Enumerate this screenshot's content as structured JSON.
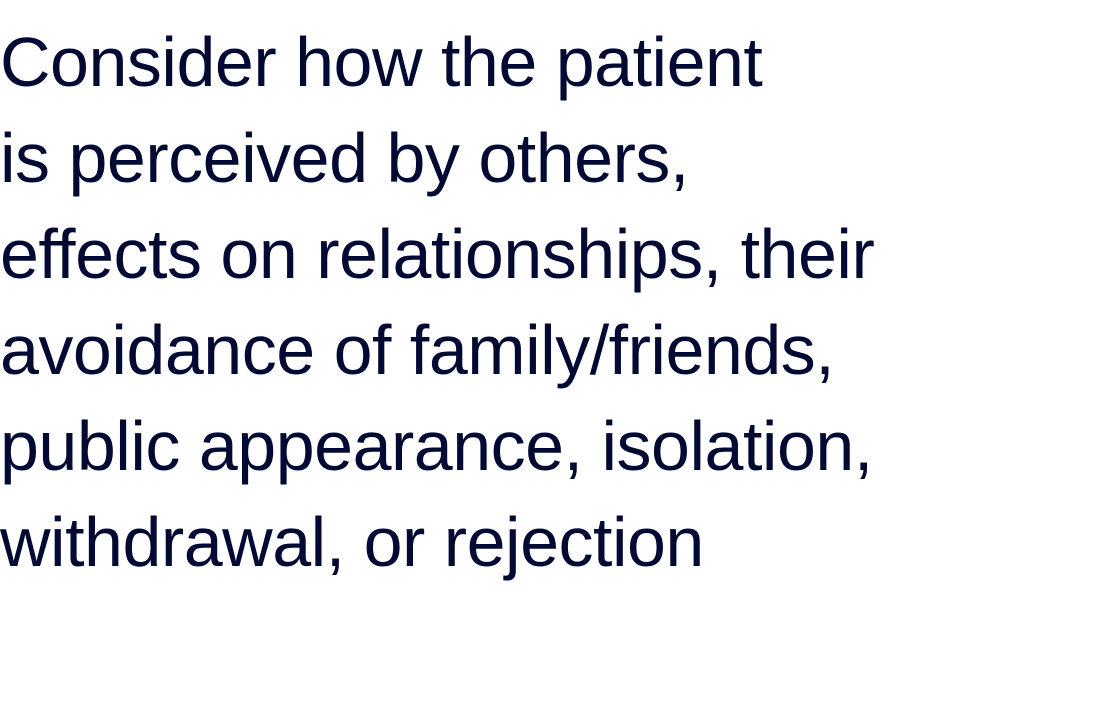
{
  "content": {
    "text_color": "#020a33",
    "background_color": "#ffffff",
    "lines": [
      "Consider how the patient",
      "is perceived by others,",
      "effects on relationships, their",
      "avoidance of family/friends,",
      "public appearance, isolation,",
      "withdrawal, or rejection"
    ]
  }
}
